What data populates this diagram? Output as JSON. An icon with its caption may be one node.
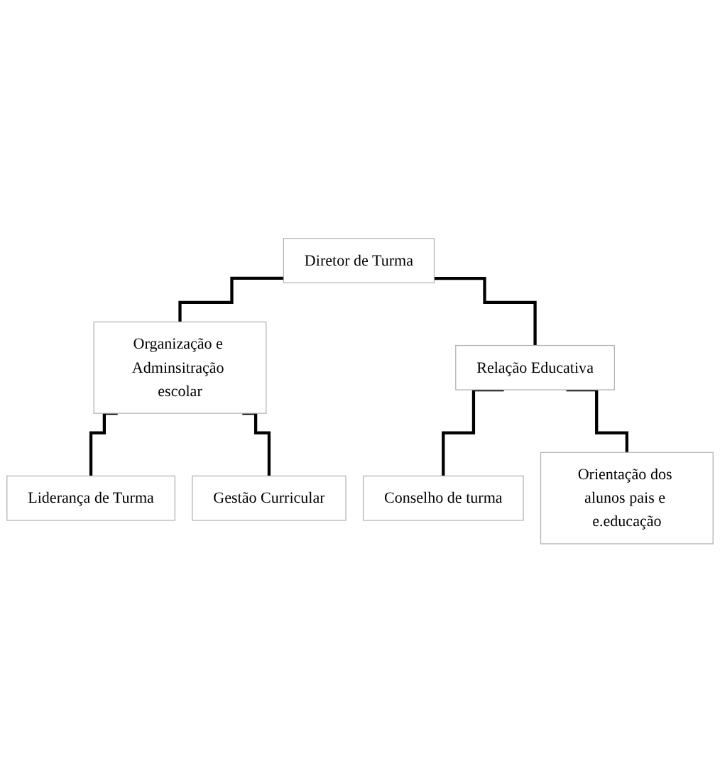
{
  "diagram": {
    "nodes": [
      {
        "text": [
          "Diretor de Turma"
        ]
      },
      {
        "text": [
          "Organização e Adminsitração escolar"
        ]
      },
      {
        "text": [
          "Relação Educativa"
        ]
      },
      {
        "text": [
          "Liderança de Turma"
        ]
      },
      {
        "text": [
          "Gestão Curricular"
        ]
      },
      {
        "text": [
          "Conselho de turma"
        ]
      },
      {
        "text": [
          "Orientação dos alunos pais e e.educação"
        ]
      }
    ],
    "edges": [
      {
        "from": 0,
        "to": 1,
        "arrow": "none"
      },
      {
        "from": 0,
        "to": 2,
        "arrow": "none"
      },
      {
        "from": 1,
        "to": 3,
        "arrow": "none"
      },
      {
        "from": 1,
        "to": 4,
        "arrow": "none"
      },
      {
        "from": 2,
        "to": 5,
        "arrow": "none"
      },
      {
        "from": 2,
        "to": 6,
        "arrow": "none"
      }
    ]
  }
}
